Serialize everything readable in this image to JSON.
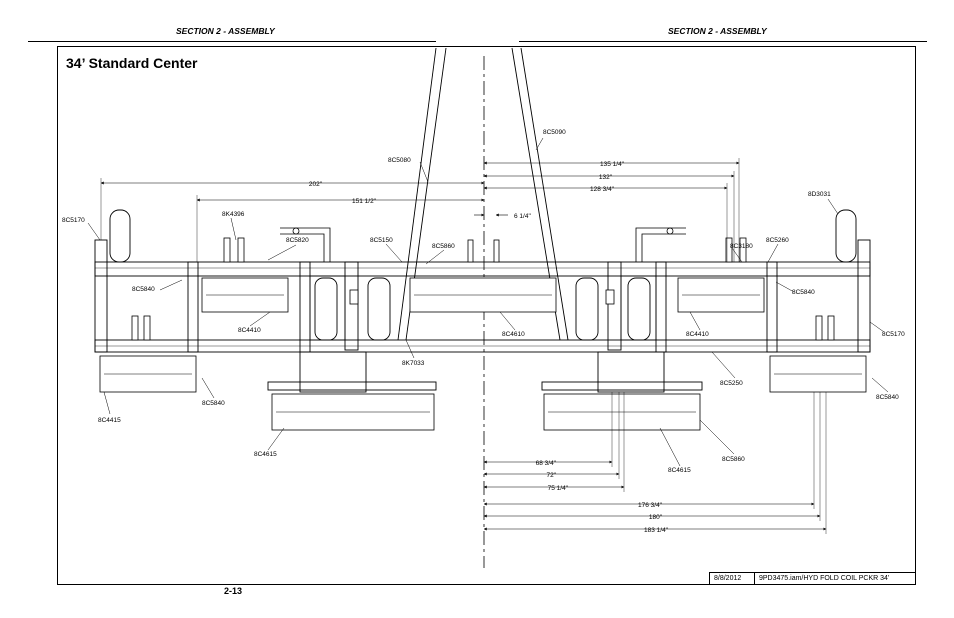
{
  "header": {
    "left_section": "SECTION 2 - ASSEMBLY",
    "right_section": "SECTION 2 - ASSEMBLY"
  },
  "title": "34’ Standard Center",
  "page_number": "2-13",
  "title_block": {
    "date": "8/8/2012",
    "file": "9PD3475.iam/HYD FOLD COIL PCKR 34’"
  },
  "dimensions": {
    "d202": "202\"",
    "d151_5": "151 1/2\"",
    "d135_25": "135 1/4\"",
    "d132": "132\"",
    "d128_75": "128 3/4\"",
    "d6_25": "6 1/4\"",
    "d68_75": "68 3/4\"",
    "d72": "72\"",
    "d75_25": "75 1/4\"",
    "d176_75": "176 3/4\"",
    "d180": "180\"",
    "d183_25": "183 1/4\""
  },
  "part_labels": {
    "p8C5090": "8C5090",
    "p8C5080": "8C5080",
    "p8D3031": "8D3031",
    "p8C5170_left": "8C5170",
    "p8K4396": "8K4396",
    "p8C5820": "8C5820",
    "p8C5150": "8C5150",
    "p8C5860_top": "8C5860",
    "p8C3180": "8C3180",
    "p8C5260": "8C5260",
    "p8C5840_left_top": "8C5840",
    "p8C5840_right_top": "8C5840",
    "p8C4410_left": "8C4410",
    "p8C4610": "8C4610",
    "p8C4410_right": "8C4410",
    "p8C5170_right": "8C5170",
    "p8K7033": "8K7033",
    "p8C5250": "8C5250",
    "p8C5840_left_bottom": "8C5840",
    "p8C5840_right_bottom": "8C5840",
    "p8C4415": "8C4415",
    "p8C4615_left": "8C4615",
    "p8C4615_right": "8C4615",
    "p8C5860_bottom": "8C5860"
  }
}
